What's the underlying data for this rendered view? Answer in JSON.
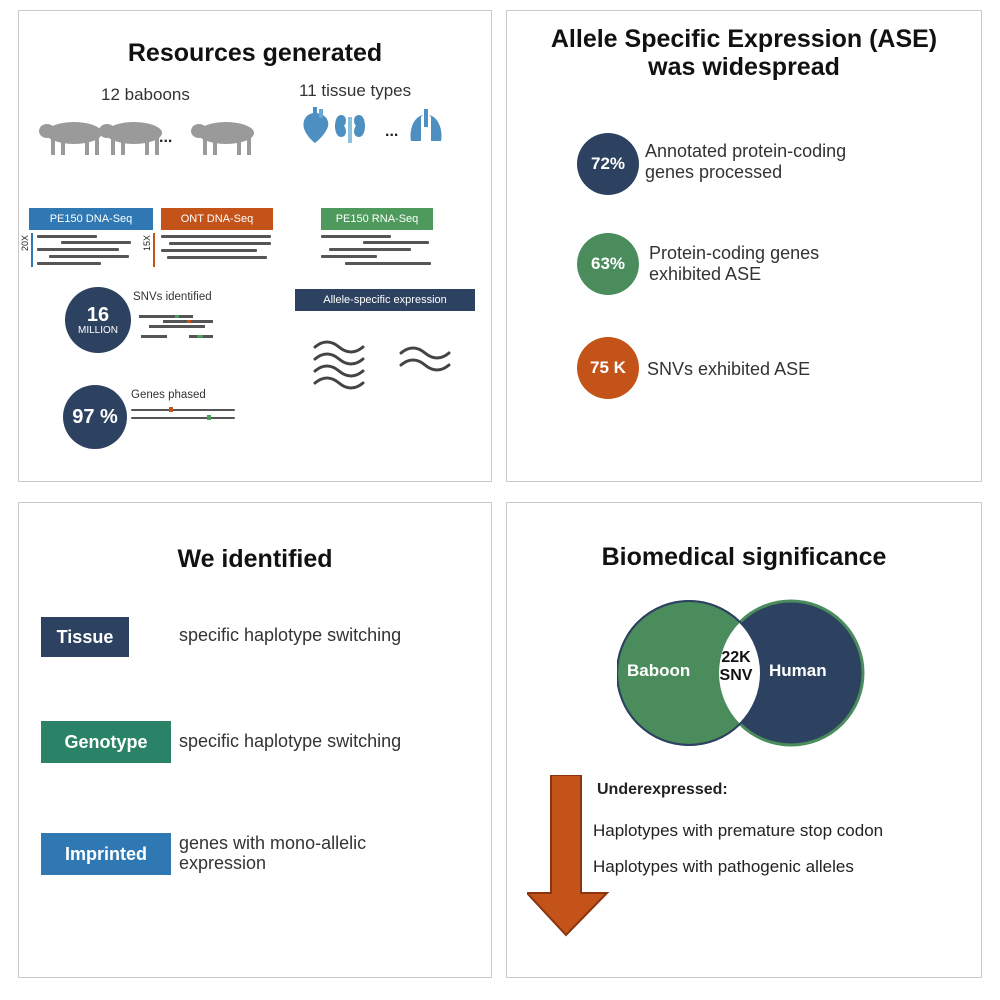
{
  "panel1": {
    "title": "Resources generated",
    "baboons_label": "12 baboons",
    "tissues_label": "11 tissue types",
    "ellipsis": "...",
    "tags": {
      "pe150_dna": "PE150 DNA-Seq",
      "ont_dna": "ONT DNA-Seq",
      "pe150_rna": "PE150 RNA-Seq",
      "ase": "Allele-specific expression"
    },
    "coverage": {
      "pe150": "20X",
      "ont": "15X"
    },
    "snv": {
      "number": "16",
      "unit": "MILLION",
      "label": "SNVs identified"
    },
    "phased": {
      "value": "97 %",
      "label": "Genes phased"
    }
  },
  "panel2": {
    "title_line1": "Allele Specific Expression (ASE)",
    "title_line2": "was widespread",
    "stats": [
      {
        "value": "72%",
        "line1": "Annotated protein-coding",
        "line2": "genes processed",
        "color": "#2d4260"
      },
      {
        "value": "63%",
        "line1": "Protein-coding genes",
        "line2": "exhibited ASE",
        "color": "#4a8c5c"
      },
      {
        "value": "75 K",
        "line1": "SNVs exhibited ASE",
        "line2": "",
        "color": "#c4531a"
      }
    ]
  },
  "panel3": {
    "title": "We identified",
    "items": [
      {
        "badge": "Tissue",
        "line1": "specific haplotype switching",
        "line2": "",
        "color": "#2d4260"
      },
      {
        "badge": "Genotype",
        "line1": "specific haplotype switching",
        "line2": "",
        "color": "#2a8366"
      },
      {
        "badge": "Imprinted",
        "line1": "genes with mono-allelic",
        "line2": "expression",
        "color": "#2f78b4"
      }
    ]
  },
  "panel4": {
    "title": "Biomedical significance",
    "venn": {
      "left": "Baboon",
      "right": "Human",
      "overlap_line1": "22K",
      "overlap_line2": "SNV"
    },
    "heading": "Underexpressed:",
    "bullets": [
      "Haplotypes with premature stop codon",
      "Haplotypes with pathogenic alleles"
    ]
  },
  "colors": {
    "navy": "#2d4260",
    "green": "#4a8c5c",
    "teal": "#2a8366",
    "blue": "#2f78b4",
    "orange": "#c4531a",
    "rna_green": "#4e9a5c",
    "baboon_grey": "#9a9a9a",
    "organ_blue": "#4d8fc0"
  }
}
